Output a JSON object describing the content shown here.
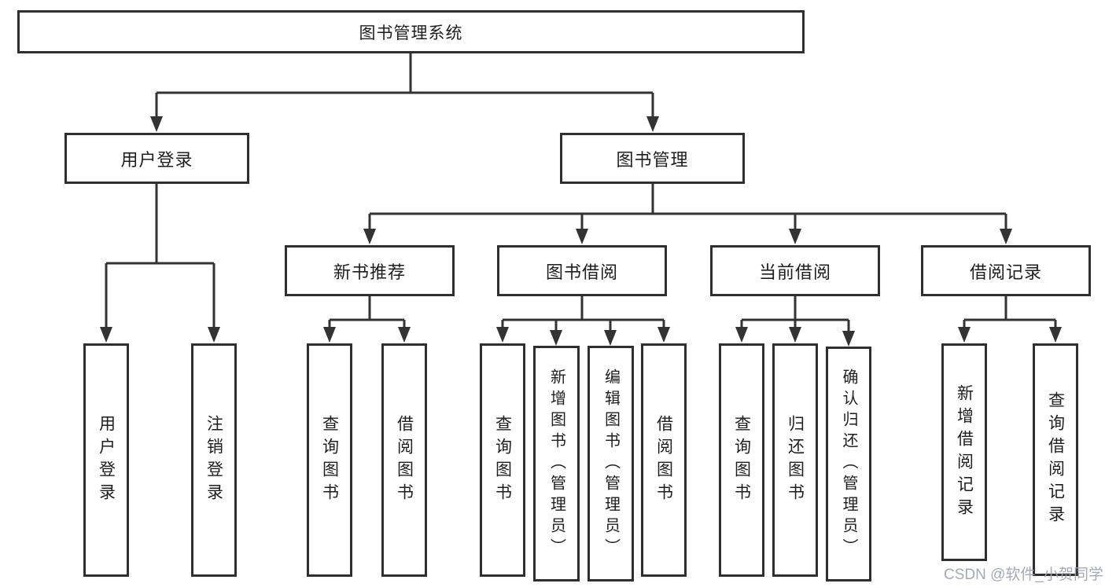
{
  "diagram_title": "图书管理系统",
  "tree": {
    "label": "图书管理系统",
    "children": [
      {
        "label": "用户登录",
        "children": [
          {
            "label": "用户登录"
          },
          {
            "label": "注销登录"
          }
        ]
      },
      {
        "label": "图书管理",
        "children": [
          {
            "label": "新书推荐",
            "children": [
              {
                "label": "查询图书"
              },
              {
                "label": "借阅图书"
              }
            ]
          },
          {
            "label": "图书借阅",
            "children": [
              {
                "label": "查询图书"
              },
              {
                "label": "新增图书（管理员）"
              },
              {
                "label": "编辑图书（管理员）"
              },
              {
                "label": "借阅图书"
              }
            ]
          },
          {
            "label": "当前借阅",
            "children": [
              {
                "label": "查询图书"
              },
              {
                "label": "归还图书"
              },
              {
                "label": "确认归还（管理员）"
              }
            ]
          },
          {
            "label": "借阅记录",
            "children": [
              {
                "label": "新增借阅记录"
              },
              {
                "label": "查询借阅记录"
              }
            ]
          }
        ]
      }
    ]
  },
  "watermark": {
    "text": "CSDN @软件_小贺同学"
  },
  "colors": {
    "line": "#333333",
    "box_border": "#2f2f2f",
    "box_fill": "#ffffff",
    "text": "#1e1e1e",
    "watermark": "#9ea4b2"
  }
}
